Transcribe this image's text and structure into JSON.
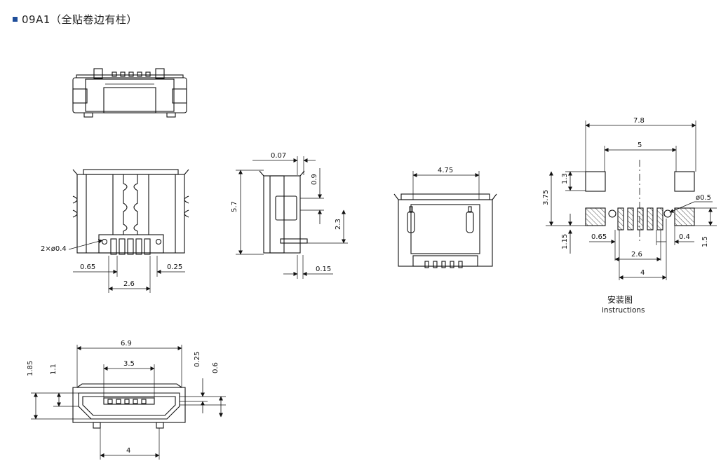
{
  "header": {
    "title": "09A1（全贴卷边有柱）"
  },
  "footprint": {
    "caption_cn": "安装图",
    "caption_en": "instructions"
  },
  "dimensions": {
    "top_view": {
      "hole": "2×ø0.4",
      "left": "0.65",
      "right": "0.25",
      "pitch_span": "2.6"
    },
    "side_view": {
      "top": "0.07",
      "height": "5.7",
      "small": "0.9",
      "mid": "2.3",
      "bottom": "0.15"
    },
    "rear_view": {
      "width": "4.75"
    },
    "footprint_dims": {
      "total": "7.8",
      "inner": "5",
      "h1": "1.3",
      "h2": "3.75",
      "h3": "1.15",
      "left": "0.65",
      "pitch_span": "2.6",
      "right": "0.4",
      "h4": "1.5",
      "hole": "ø0.5",
      "span": "4"
    },
    "front_view": {
      "width": "6.9",
      "opening": "3.5",
      "h1": "1.85",
      "h2": "1.1",
      "h3": "0.25",
      "h4": "0.6",
      "bottom": "4"
    }
  }
}
